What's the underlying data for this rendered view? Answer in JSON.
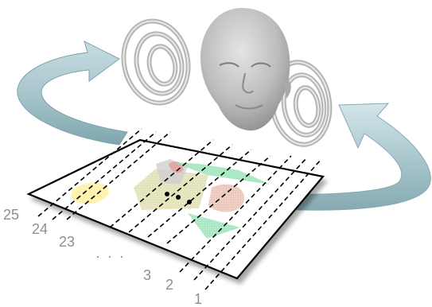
{
  "slice_labels": {
    "n25": "25",
    "n24": "24",
    "n23": "23",
    "ellipsis": "· · ·",
    "n3": "3",
    "n2": "2",
    "n1": "1"
  },
  "colors": {
    "arrow_fill": "#a9c6cc",
    "arrow_edge": "#6f9aa4",
    "coil": "#b7b7b7",
    "head_skin": "#c9c9c9",
    "plane_outline": "#000000",
    "slice_line": "#000000",
    "label_text": "#8f8f8f",
    "blob_yellow": "#fff2a6",
    "blob_green": "#8fe0b0",
    "blob_salmon": "#e6b8a8",
    "blob_olive": "#d8d8a0",
    "blob_gray": "#cfcfcf"
  },
  "icons": {
    "head": "human-head-icon",
    "coil_left": "sound-wave-coil-icon",
    "coil_right": "sound-wave-coil-icon",
    "arrow_left": "curved-arrow-icon",
    "arrow_right": "curved-arrow-icon"
  }
}
